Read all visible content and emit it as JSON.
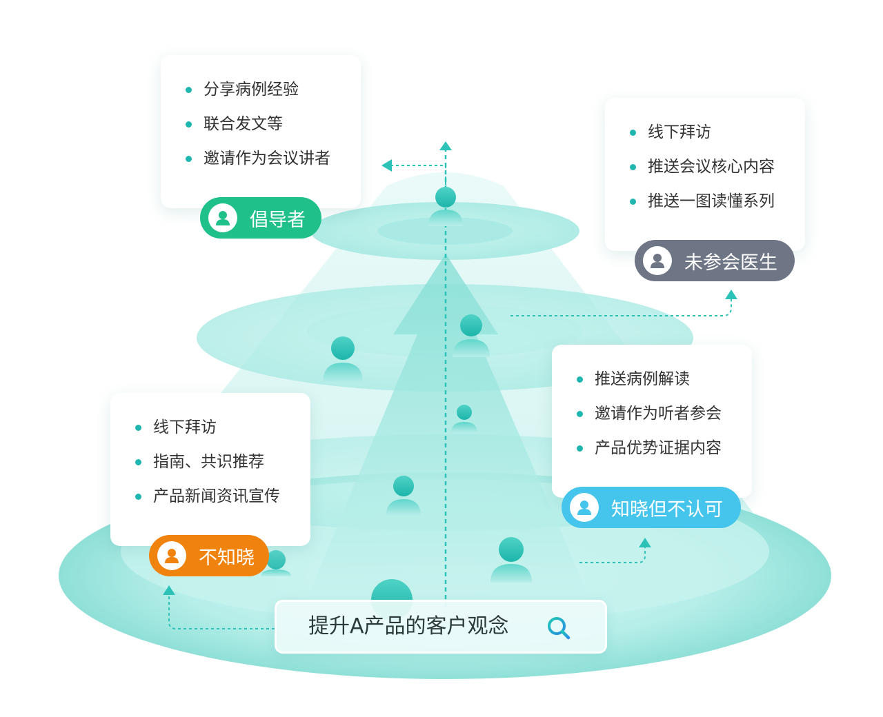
{
  "colors": {
    "accent": "#1fb6b0",
    "advocate": "#20c08a",
    "not_attended": "#6e7584",
    "aware_not_accept": "#45c4ec",
    "unaware": "#f0820e"
  },
  "search": {
    "text": "提升A产品的客户观念",
    "icon": "search-icon"
  },
  "groups": {
    "advocate": {
      "label": "倡导者",
      "icon": "user-icon",
      "items": [
        "分享病例经验",
        "联合发文等",
        "邀请作为会议讲者"
      ]
    },
    "not_attended": {
      "label": "未参会医生",
      "icon": "user-icon",
      "items": [
        "线下拜访",
        "推送会议核心内容",
        "推送一图读懂系列"
      ]
    },
    "aware_not_accept": {
      "label": "知晓但不认可",
      "icon": "user-icon",
      "items": [
        "推送病例解读",
        "邀请作为听者参会",
        "产品优势证据内容"
      ]
    },
    "unaware": {
      "label": "不知晓",
      "icon": "user-icon",
      "items": [
        "线下拜访",
        "指南、共识推荐",
        "产品新闻资讯宣传"
      ]
    }
  }
}
